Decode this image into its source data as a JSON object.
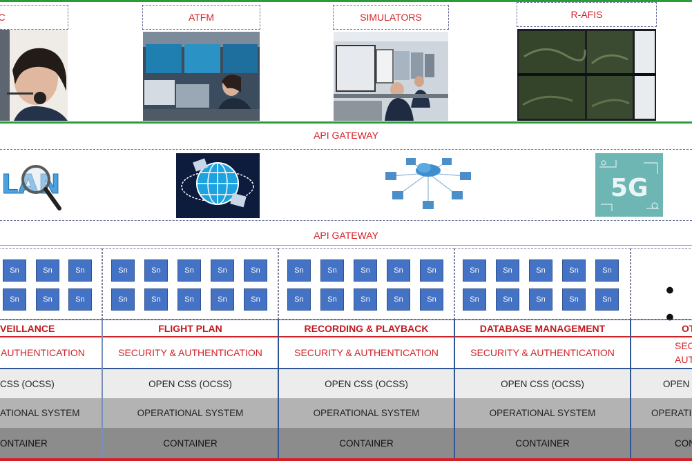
{
  "applications": [
    {
      "id": "atc",
      "label": "C"
    },
    {
      "id": "atfm",
      "label": "ATFM"
    },
    {
      "id": "simulators",
      "label": "SIMULATORS"
    },
    {
      "id": "rafis",
      "label": "R-AFIS"
    }
  ],
  "gateway_top": "API GATEWAY",
  "gateway_bottom": "API GATEWAY",
  "networks": [
    "LAN",
    "globe-network",
    "distributed-network",
    "5G"
  ],
  "service_node_label": "Sn",
  "more_indicator": "• •",
  "modules": [
    {
      "title": "VEILLANCE",
      "security": "AUTHENTICATION",
      "ocss": "CSS (OCSS)",
      "os": "ATIONAL SYSTEM",
      "container": "ONTAINER"
    },
    {
      "title": "FLIGHT PLAN",
      "security": "SECURITY & AUTHENTICATION",
      "ocss": "OPEN CSS (OCSS)",
      "os": "OPERATIONAL SYSTEM",
      "container": "CONTAINER"
    },
    {
      "title": "RECORDING & PLAYBACK",
      "security": "SECURITY & AUTHENTICATION",
      "ocss": "OPEN CSS (OCSS)",
      "os": "OPERATIONAL SYSTEM",
      "container": "CONTAINER"
    },
    {
      "title": "DATABASE MANAGEMENT",
      "security": "SECURITY & AUTHENTICATION",
      "ocss": "OPEN CSS (OCSS)",
      "os": "OPERATIONAL SYSTEM",
      "container": "CONTAINER"
    },
    {
      "title": "OT",
      "security": "SECU\nAUTHEN",
      "ocss": "OPEN C",
      "os": "OPERATIO",
      "container": "CON"
    }
  ],
  "colors": {
    "accent_red": "#d32128",
    "green_rule": "#2a9d3a",
    "node_blue": "#4472c4",
    "ocss_bg": "#ededed",
    "os_bg": "#b5b5b5",
    "container_bg": "#8e8e8e"
  }
}
